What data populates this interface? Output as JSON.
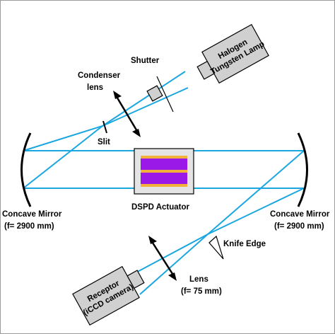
{
  "labels": {
    "halogen_line1": "Halogen",
    "halogen_line2": "Tungsten Lamp",
    "shutter": "Shutter",
    "condenser_line1": "Condenser",
    "condenser_line2": "lens",
    "slit": "Slit",
    "dspd": "DSPD Actuator",
    "mirror_left_line1": "Concave Mirror",
    "mirror_left_line2": "(f= 2900 mm)",
    "mirror_right_line1": "Concave Mirror",
    "mirror_right_line2": "(f= 2900 mm)",
    "knife_edge": "Knife Edge",
    "receptor_line1": "Receptor",
    "receptor_line2": "(iCCD camera)",
    "lens_line1": "Lens",
    "lens_line2": "(f= 75 mm)"
  },
  "colors": {
    "beam": "#1aa7e0",
    "device_fill": "#d0d0d0",
    "actuator_purple": "#9b19e6",
    "actuator_electrode": "#f2b23a",
    "actuator_bg": "#e4e4e4"
  }
}
